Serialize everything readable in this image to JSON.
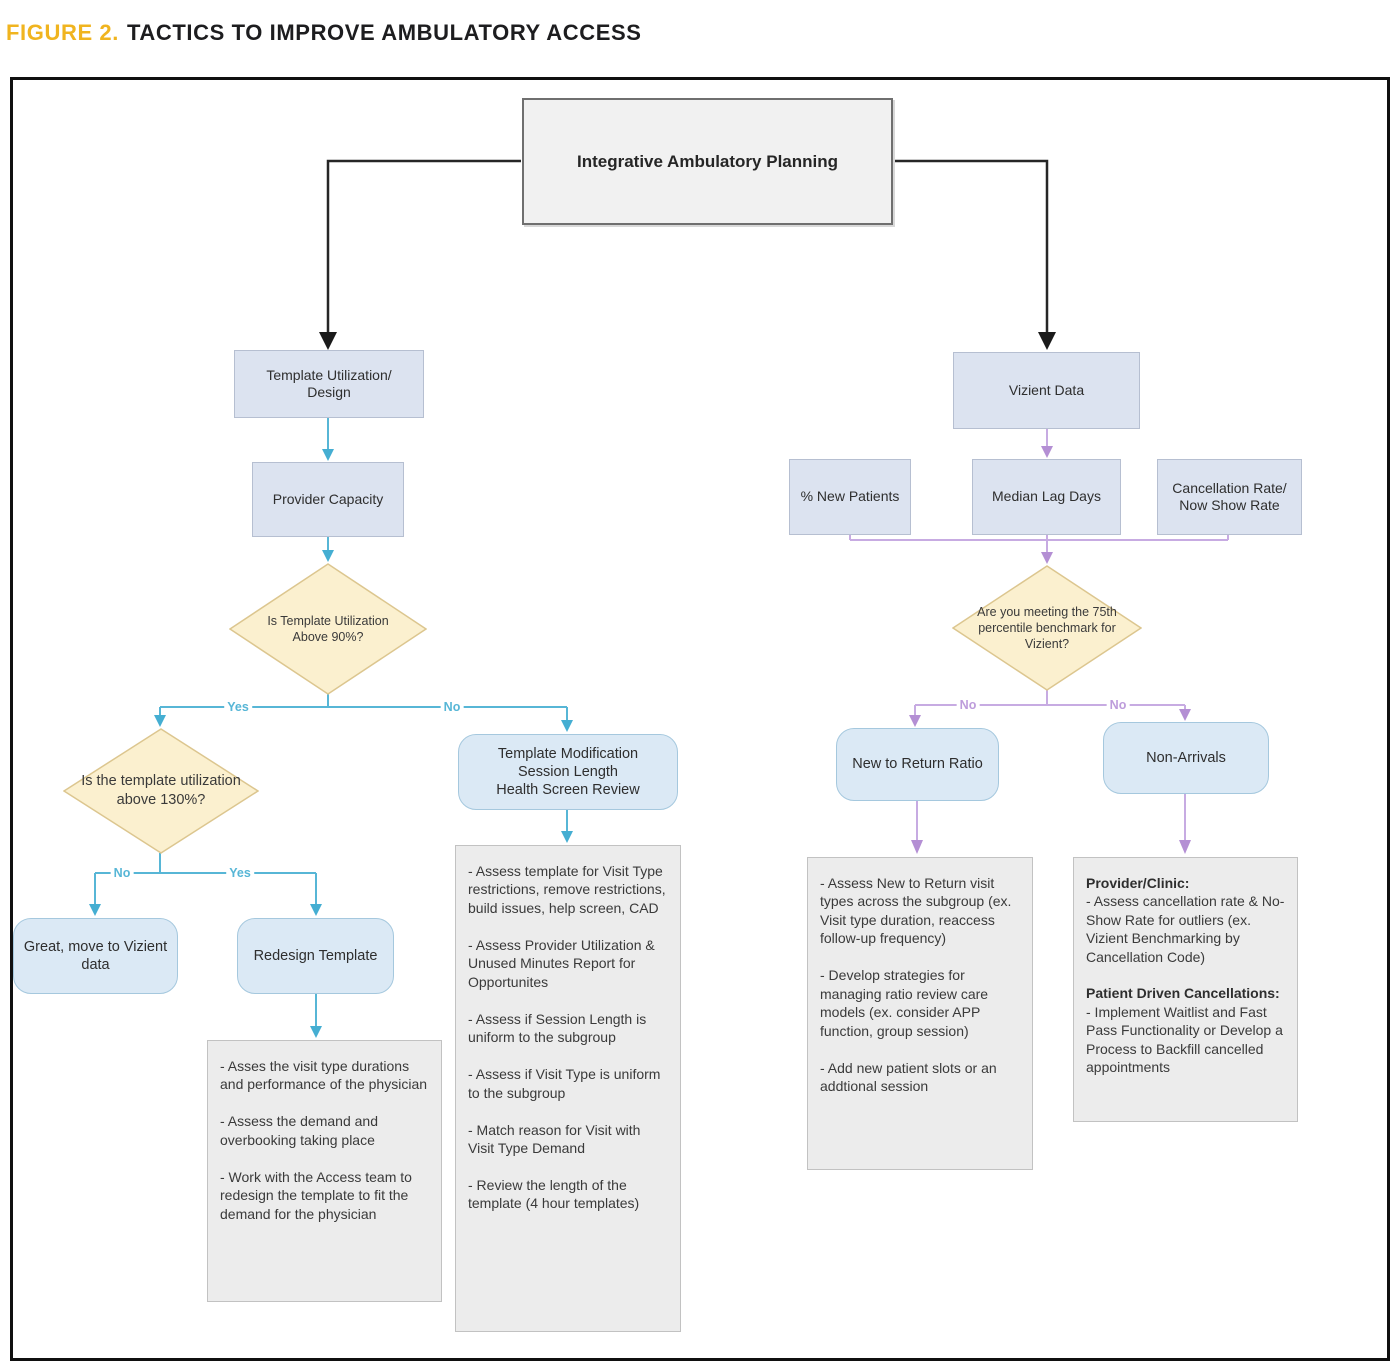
{
  "figure": {
    "label": "FIGURE 2.",
    "title": "TACTICS TO IMPROVE AMBULATORY ACCESS"
  },
  "colors": {
    "accent_gold": "#F0B41F",
    "teal_connector": "#57B6D6",
    "purple_connector": "#C7ABE2",
    "node_blue": "#DCE3F0",
    "rounded_blue": "#DBE9F5",
    "diamond_yellow": "#FBF0CF",
    "gray_panel": "#ECECEC"
  },
  "root": {
    "label": "Integrative Ambulatory Planning"
  },
  "left_branch": {
    "header": "Template Utilization/ Design",
    "provider_capacity": "Provider Capacity",
    "decision_90": "Is Template Utilization Above 90%?",
    "decision_130": "Is the template utilization above 130%?",
    "great_move": "Great, move to Vizient data",
    "redesign": "Redesign Template",
    "redesign_details": "- Asses the visit type durations and performance of the physician\n\n- Assess the demand and overbooking taking place\n\n- Work with the Access team to redesign the template to fit the demand for the physician",
    "template_modification": "Template Modification\nSession Length\nHealth Screen Review",
    "modification_details": "- Assess template for Visit Type restrictions, remove restrictions, build issues, help screen, CAD\n\n- Assess Provider Utilization & Unused Minutes Report for Opportunites\n\n- Assess if Session Length is uniform to the subgroup\n\n- Assess if Visit Type is uniform to the subgroup\n\n- Match reason for Visit with Visit Type Demand\n\n- Review the length of the template (4 hour templates)"
  },
  "right_branch": {
    "header": "Vizient Data",
    "metrics": [
      "% New Patients",
      "Median Lag Days",
      "Cancellation Rate/\nNow Show Rate"
    ],
    "decision_75": "Are you meeting the 75th percentile benchmark for Vizient?",
    "new_to_return": "New to Return Ratio",
    "non_arrivals": "Non-Arrivals",
    "new_to_return_details": "- Assess New to Return visit types across the subgroup (ex. Visit type duration, reaccess follow-up frequency)\n\n- Develop strategies for managing ratio review care models  (ex. consider APP function, group session)\n\n- Add new patient slots or an addtional session",
    "non_arrivals_details": {
      "provider_clinic_heading": "Provider/Clinic:",
      "provider_clinic_body": "- Assess cancellation rate & No- Show Rate for outliers (ex. Vizient Benchmarking by Cancellation Code)",
      "patient_driven_heading": "Patient Driven Cancellations:",
      "patient_driven_body": "- Implement Waitlist and Fast Pass Functionality or Develop a Process to Backfill cancelled appointments"
    }
  },
  "edges": {
    "d90_yes": "Yes",
    "d90_no": "No",
    "d130_no": "No",
    "d130_yes": "Yes",
    "d75_no_left": "No",
    "d75_no_right": "No"
  }
}
